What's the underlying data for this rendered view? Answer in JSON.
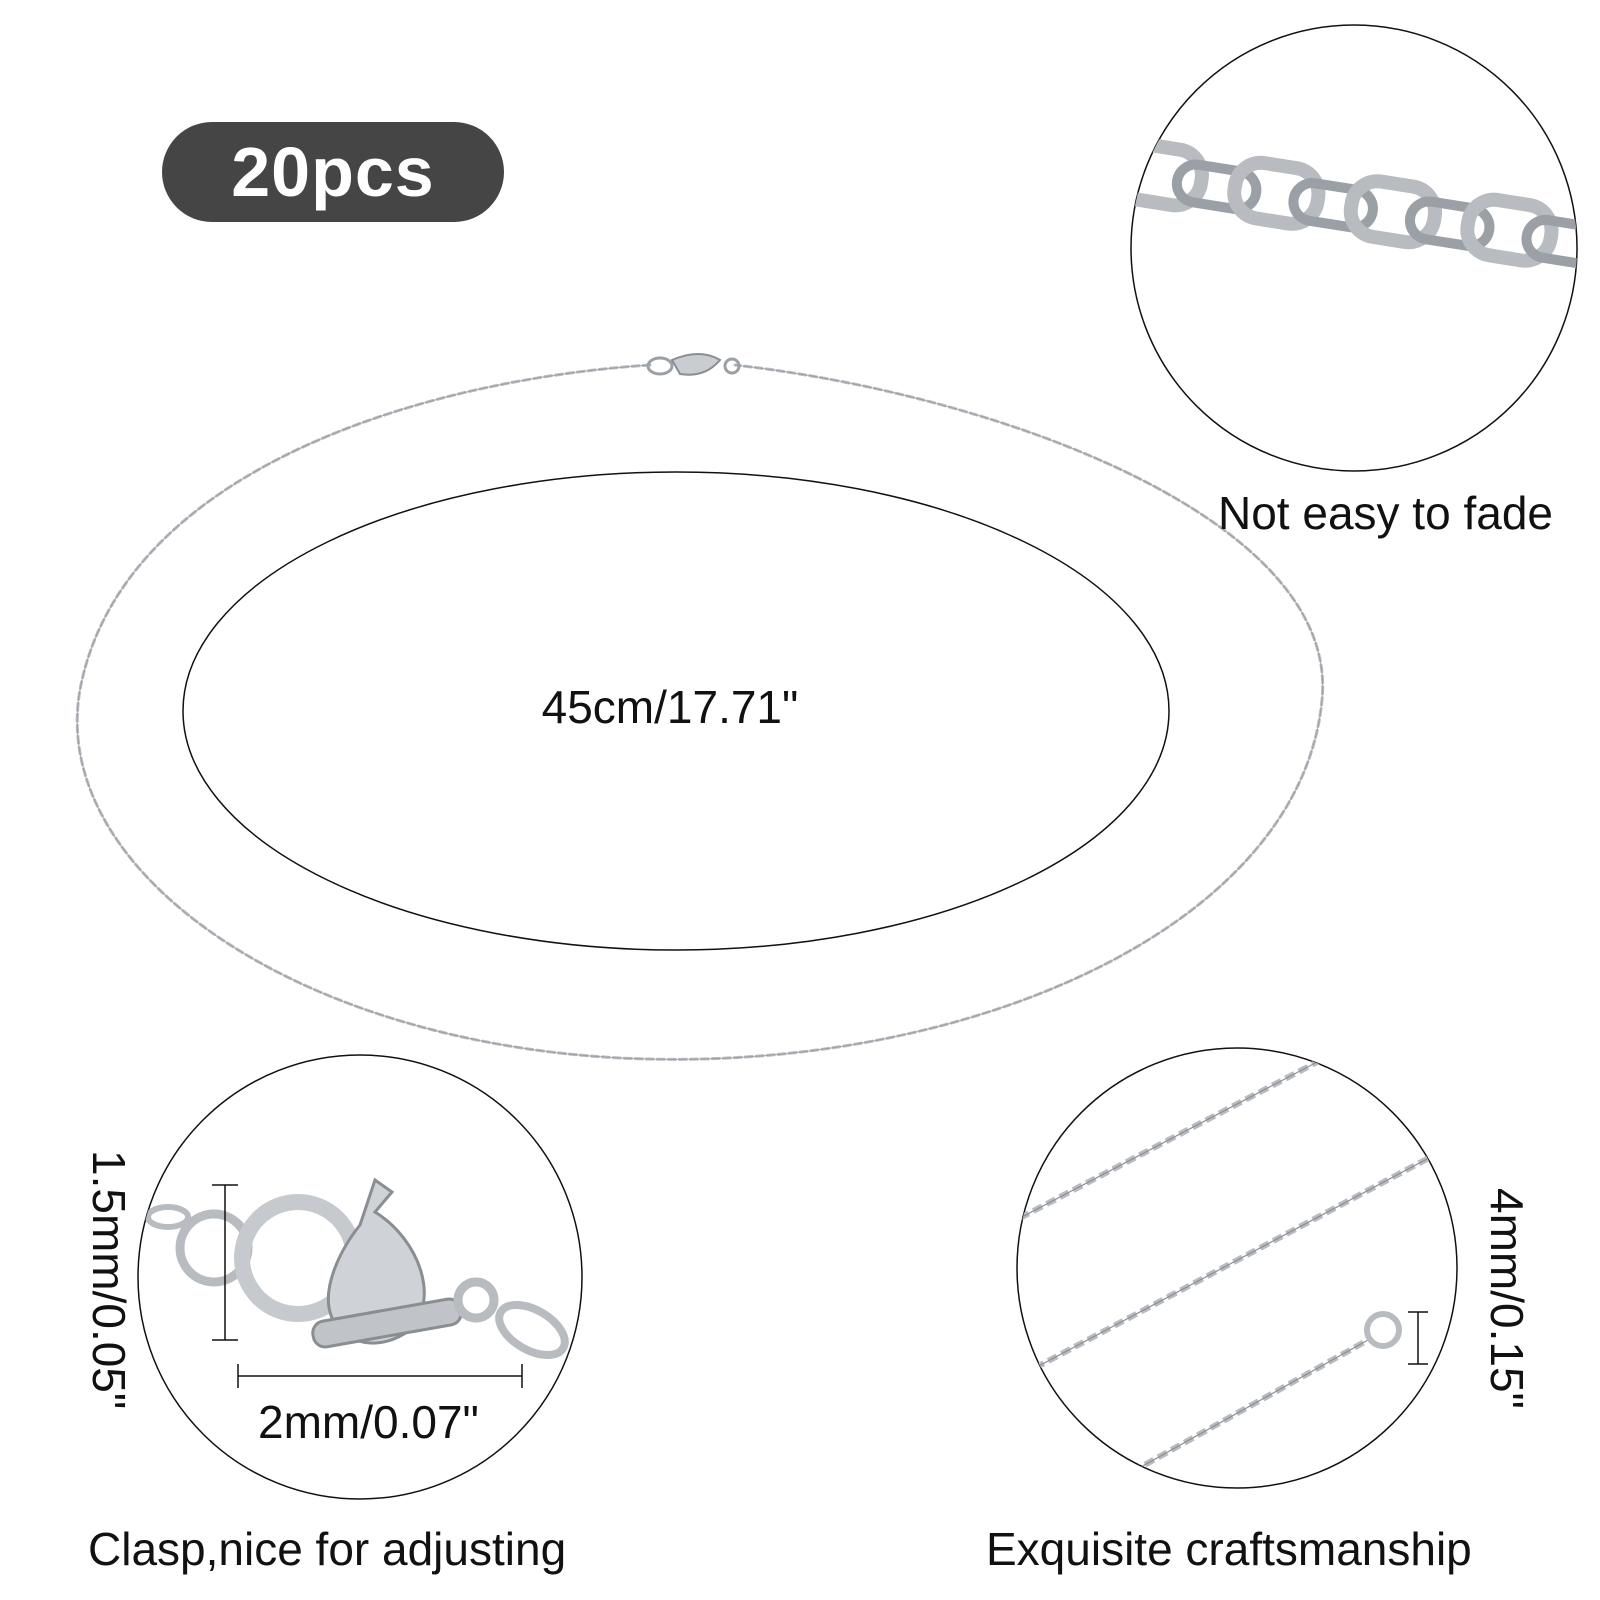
{
  "badge": {
    "label": "20pcs",
    "background": "#454545",
    "text_color": "#ffffff"
  },
  "length_label": "45cm/17.71\"",
  "callouts": {
    "top_right": {
      "caption": "Not easy to fade",
      "icon": "chain-closeup-icon"
    },
    "bottom_left": {
      "caption": "Clasp,nice for adjusting",
      "height_label": "1.5mm/0.05\"",
      "width_label": "2mm/0.07\"",
      "icon": "lobster-clasp-icon"
    },
    "bottom_right": {
      "caption": "Exquisite craftsmanship",
      "height_label": "4mm/0.15\"",
      "icon": "jump-ring-icon"
    }
  },
  "colors": {
    "metal": "#b8bcc0",
    "metal_dark": "#8a8e93",
    "outline": "#111111"
  }
}
